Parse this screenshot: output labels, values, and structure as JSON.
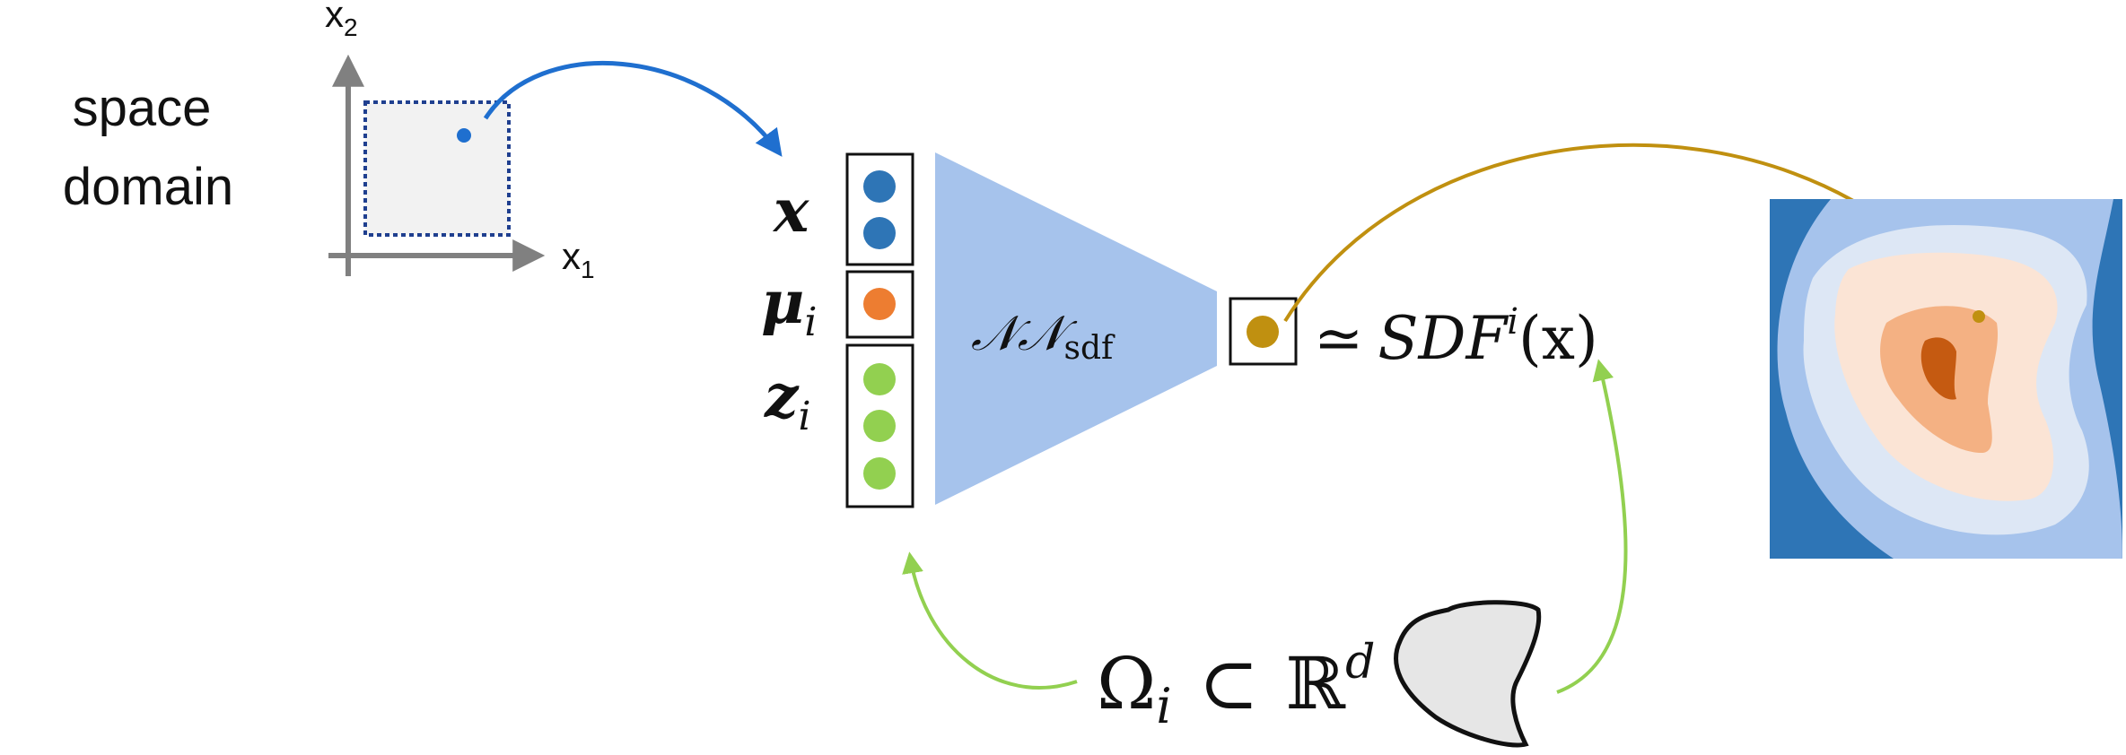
{
  "space_domain": {
    "label_line1": "space",
    "label_line2": "domain",
    "axis_x1": "x",
    "axis_x1_sub": "1",
    "axis_x2": "x",
    "axis_x2_sub": "2"
  },
  "inputs": {
    "x_label": "x",
    "mu_label": "μ",
    "mu_sub": "i",
    "z_label": "z",
    "z_sub": "i"
  },
  "network": {
    "label_main": "𝒩𝒩",
    "label_sub": "sdf"
  },
  "output": {
    "approx": "≃",
    "func": "SDF",
    "func_sup": "i",
    "arg": "(x)"
  },
  "domain_set": {
    "omega": "Ω",
    "omega_sub": "i",
    "subset": "⊂",
    "reals": "ℝ",
    "reals_sup": "d"
  },
  "colors": {
    "blue_arrow": "#1f6fcf",
    "gold": "#c09010",
    "green": "#92d050",
    "x_dot": "#2e75b6",
    "mu_dot": "#ed7d31",
    "z_dot": "#92d050",
    "network_fill": "#a6c3ec",
    "axis_gray": "#808080",
    "domain_box_fill": "#f2f2f2",
    "domain_box_border": "#1f3f8f"
  }
}
